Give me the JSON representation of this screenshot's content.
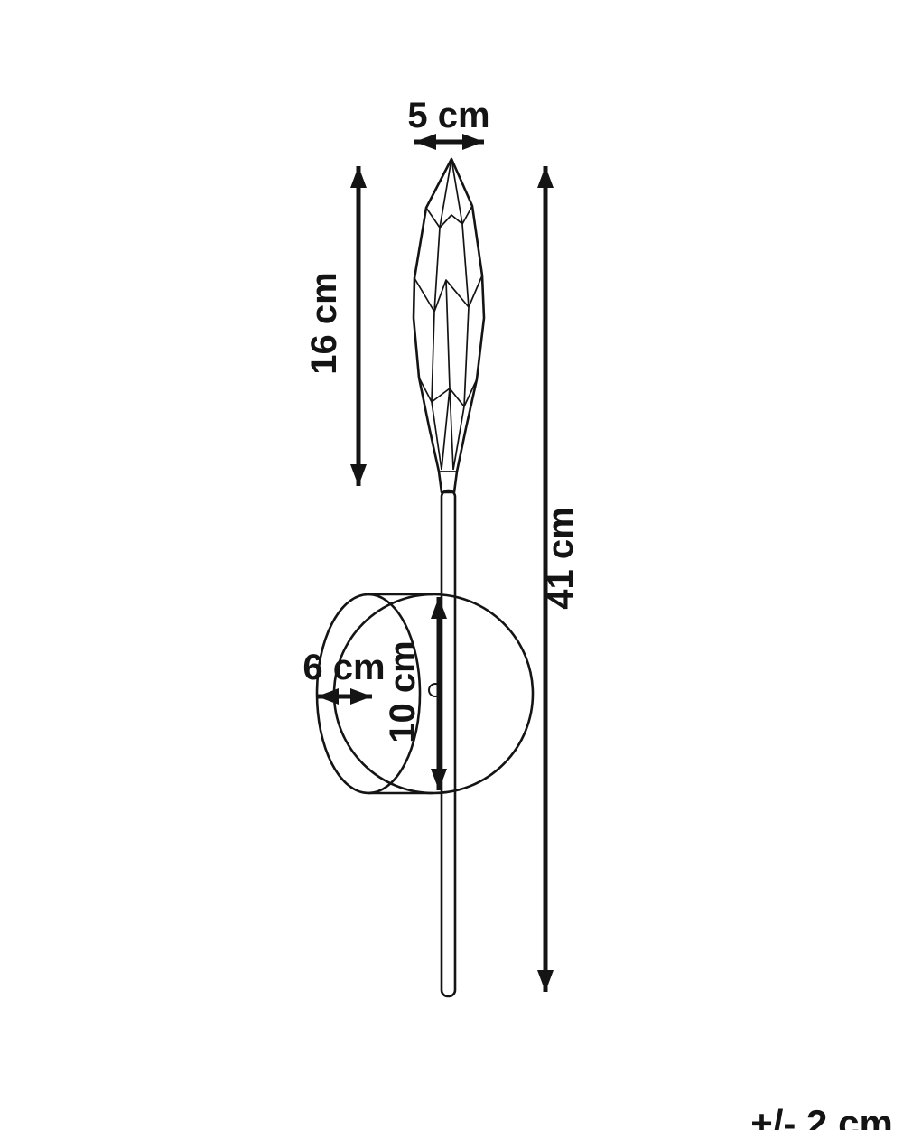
{
  "labels": {
    "shade_width": "5 cm",
    "shade_height": "16 cm",
    "total_height": "41 cm",
    "mount_depth": "6 cm",
    "mount_height": "10 cm",
    "tolerance": "+/- 2 cm"
  },
  "colors": {
    "line": "#141414",
    "background": "#ffffff"
  }
}
